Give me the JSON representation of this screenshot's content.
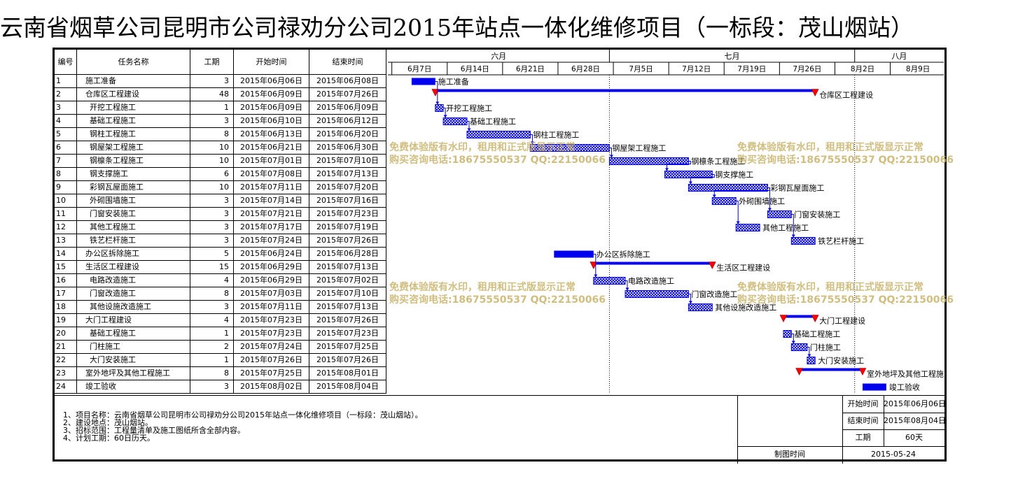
{
  "title": "云南省烟草公司昆明市公司禄劝分公司2015年站点一体化维修项目（一标段：茂山烟站）",
  "table": {
    "headers": [
      "编号",
      "任务名称",
      "工期",
      "开始时间",
      "结束时间"
    ]
  },
  "timeline": {
    "months": [
      "六月",
      "七月",
      "八月"
    ],
    "weeks": [
      "6月7日",
      "6月14日",
      "6月21日",
      "6月28日",
      "7月5日",
      "7月12日",
      "7月19日",
      "7月26日",
      "8月2日",
      "8月9日"
    ]
  },
  "chart_data": {
    "type": "gantt",
    "title": "云南省烟草公司昆明市公司禄劝分公司2015年站点一体化维修项目（一标段：茂山烟站）",
    "tasks": [
      {
        "id": "1",
        "name": "施工准备",
        "duration": 3,
        "start": "2015年06月06日",
        "end": "2015年06月08日",
        "kind": "bar",
        "indent": 0
      },
      {
        "id": "2",
        "name": "仓库区工程建设",
        "duration": 48,
        "start": "2015年06月09日",
        "end": "2015年07月26日",
        "kind": "summary",
        "indent": 0
      },
      {
        "id": "3",
        "name": "开挖工程施工",
        "duration": 1,
        "start": "2015年06月09日",
        "end": "2015年06月09日",
        "kind": "hatch",
        "indent": 1
      },
      {
        "id": "4",
        "name": "基础工程施工",
        "duration": 3,
        "start": "2015年06月10日",
        "end": "2015年06月12日",
        "kind": "hatch",
        "indent": 1
      },
      {
        "id": "5",
        "name": "钢柱工程施工",
        "duration": 8,
        "start": "2015年06月13日",
        "end": "2015年06月20日",
        "kind": "hatch",
        "indent": 1
      },
      {
        "id": "6",
        "name": "钢屋架工程施工",
        "duration": 10,
        "start": "2015年06月21日",
        "end": "2015年06月30日",
        "kind": "hatch",
        "indent": 1
      },
      {
        "id": "7",
        "name": "钢檩条工程施工",
        "duration": 10,
        "start": "2015年07月01日",
        "end": "2015年07月10日",
        "kind": "hatch",
        "indent": 1
      },
      {
        "id": "8",
        "name": "钢支撑施工",
        "duration": 6,
        "start": "2015年07月08日",
        "end": "2015年07月13日",
        "kind": "hatch",
        "indent": 1
      },
      {
        "id": "9",
        "name": "彩钢瓦屋面施工",
        "duration": 10,
        "start": "2015年07月11日",
        "end": "2015年07月20日",
        "kind": "hatch",
        "indent": 1
      },
      {
        "id": "10",
        "name": "外砌围墙施工",
        "duration": 3,
        "start": "2015年07月14日",
        "end": "2015年07月16日",
        "kind": "hatch",
        "indent": 1
      },
      {
        "id": "11",
        "name": "门窗安装施工",
        "duration": 3,
        "start": "2015年07月21日",
        "end": "2015年07月23日",
        "kind": "hatch",
        "indent": 1
      },
      {
        "id": "12",
        "name": "其他工程施工",
        "duration": 3,
        "start": "2015年07月17日",
        "end": "2015年07月19日",
        "kind": "hatch",
        "indent": 1
      },
      {
        "id": "13",
        "name": "铁艺栏杆施工",
        "duration": 3,
        "start": "2015年07月24日",
        "end": "2015年07月26日",
        "kind": "hatch",
        "indent": 1
      },
      {
        "id": "14",
        "name": "办公区拆除施工",
        "duration": 5,
        "start": "2015年06月24日",
        "end": "2015年06月28日",
        "kind": "bar",
        "indent": 0
      },
      {
        "id": "15",
        "name": "生活区工程建设",
        "duration": 15,
        "start": "2015年06月29日",
        "end": "2015年07月13日",
        "kind": "summary",
        "indent": 0
      },
      {
        "id": "16",
        "name": "电路改造施工",
        "duration": 4,
        "start": "2015年06月29日",
        "end": "2015年07月02日",
        "kind": "hatch",
        "indent": 1
      },
      {
        "id": "17",
        "name": "门窗改造施工",
        "duration": 8,
        "start": "2015年07月03日",
        "end": "2015年07月10日",
        "kind": "hatch",
        "indent": 1
      },
      {
        "id": "18",
        "name": "其他设施改造施工",
        "duration": 3,
        "start": "2015年07月11日",
        "end": "2015年07月13日",
        "kind": "hatch",
        "indent": 1
      },
      {
        "id": "19",
        "name": "大门工程建设",
        "duration": 4,
        "start": "2015年07月23日",
        "end": "2015年07月26日",
        "kind": "summary",
        "indent": 0
      },
      {
        "id": "20",
        "name": "基础工程施工",
        "duration": 1,
        "start": "2015年07月23日",
        "end": "2015年07月23日",
        "kind": "hatch",
        "indent": 1
      },
      {
        "id": "21",
        "name": "门柱施工",
        "duration": 2,
        "start": "2015年07月24日",
        "end": "2015年07月25日",
        "kind": "hatch",
        "indent": 1
      },
      {
        "id": "22",
        "name": "大门安装施工",
        "duration": 1,
        "start": "2015年07月26日",
        "end": "2015年07月26日",
        "kind": "hatch",
        "indent": 1
      },
      {
        "id": "23",
        "name": "室外地坪及其他工程施工",
        "duration": 8,
        "start": "2015年07月25日",
        "end": "2015年08月01日",
        "kind": "summary",
        "indent": 0
      },
      {
        "id": "24",
        "name": "竣工验收",
        "duration": 3,
        "start": "2015年08月02日",
        "end": "2015年08月04日",
        "kind": "bar",
        "indent": 0
      }
    ],
    "x_range": [
      "2015-06-03",
      "2015-08-14"
    ],
    "grid": "vertical weekly lines, dashed month boundaries"
  },
  "watermark": {
    "line1": "免费体验版有水印，租用和正式版显示正常",
    "line2": "购买咨询电话:18675550537 QQ:22150066"
  },
  "notes": {
    "line1": "1、项目名称：云南省烟草公司昆明市公司禄劝分公司2015年站点一体化维修项目（一标段：茂山烟站）。",
    "line2": "2、建设地点：茂山烟站。",
    "line3": "3、招标范围：工程量清单及施工图纸所含全部内容。",
    "line4": "4、计划工期：60日历天。"
  },
  "info": {
    "start_label": "开始时间",
    "start_value": "2015年06月06日",
    "end_label": "结束时间",
    "end_value": "2015年08月04日",
    "duration_label": "工期",
    "duration_value": "60天",
    "made_label": "制图时间",
    "made_value": "2015-05-24"
  },
  "colors": {
    "bar": "#0000ee",
    "milestone": "#ff0000",
    "hatch_fill": "#8080ff",
    "watermark": "#c8b36a"
  }
}
